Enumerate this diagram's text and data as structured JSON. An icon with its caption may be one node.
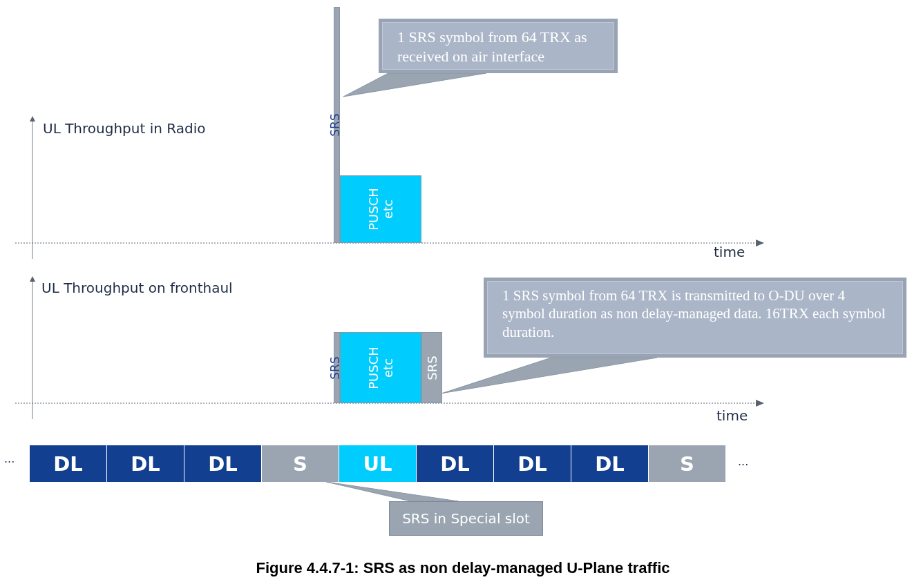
{
  "diagram": {
    "caption": "Figure 4.4.7-1: SRS as non delay-managed U-Plane traffic",
    "nodes": [
      {
        "text": [
          "1 SRS symbol from 64 TRX as received on air interface"
        ]
      },
      {
        "text": [
          "SRS"
        ]
      },
      {
        "text": [
          "PUSCH etc"
        ]
      },
      {
        "text": [
          "1 SRS symbol from 64 TRX is transmitted to O-DU over 4 symbol duration as non delay-managed data. 16TRX each symbol duration."
        ]
      },
      {
        "text": [
          "SRS"
        ]
      },
      {
        "text": [
          "PUSCH etc"
        ]
      },
      {
        "text": [
          "SRS"
        ]
      },
      {
        "text": [
          "DL"
        ]
      },
      {
        "text": [
          "DL"
        ]
      },
      {
        "text": [
          "DL"
        ]
      },
      {
        "text": [
          "S"
        ]
      },
      {
        "text": [
          "UL"
        ]
      },
      {
        "text": [
          "DL"
        ]
      },
      {
        "text": [
          "DL"
        ]
      },
      {
        "text": [
          "DL"
        ]
      },
      {
        "text": [
          "S"
        ]
      },
      {
        "text": [
          "SRS in Special slot"
        ]
      }
    ],
    "edges": [
      {
        "from": 0,
        "to": 1,
        "arrow": "none"
      },
      {
        "from": 3,
        "to": 6,
        "arrow": "none"
      },
      {
        "from": 16,
        "to": 10,
        "arrow": "none"
      }
    ],
    "labels": [
      "UL Throughput in Radio",
      "time",
      "UL Throughput on fronthaul",
      "time",
      "...",
      "..."
    ]
  }
}
